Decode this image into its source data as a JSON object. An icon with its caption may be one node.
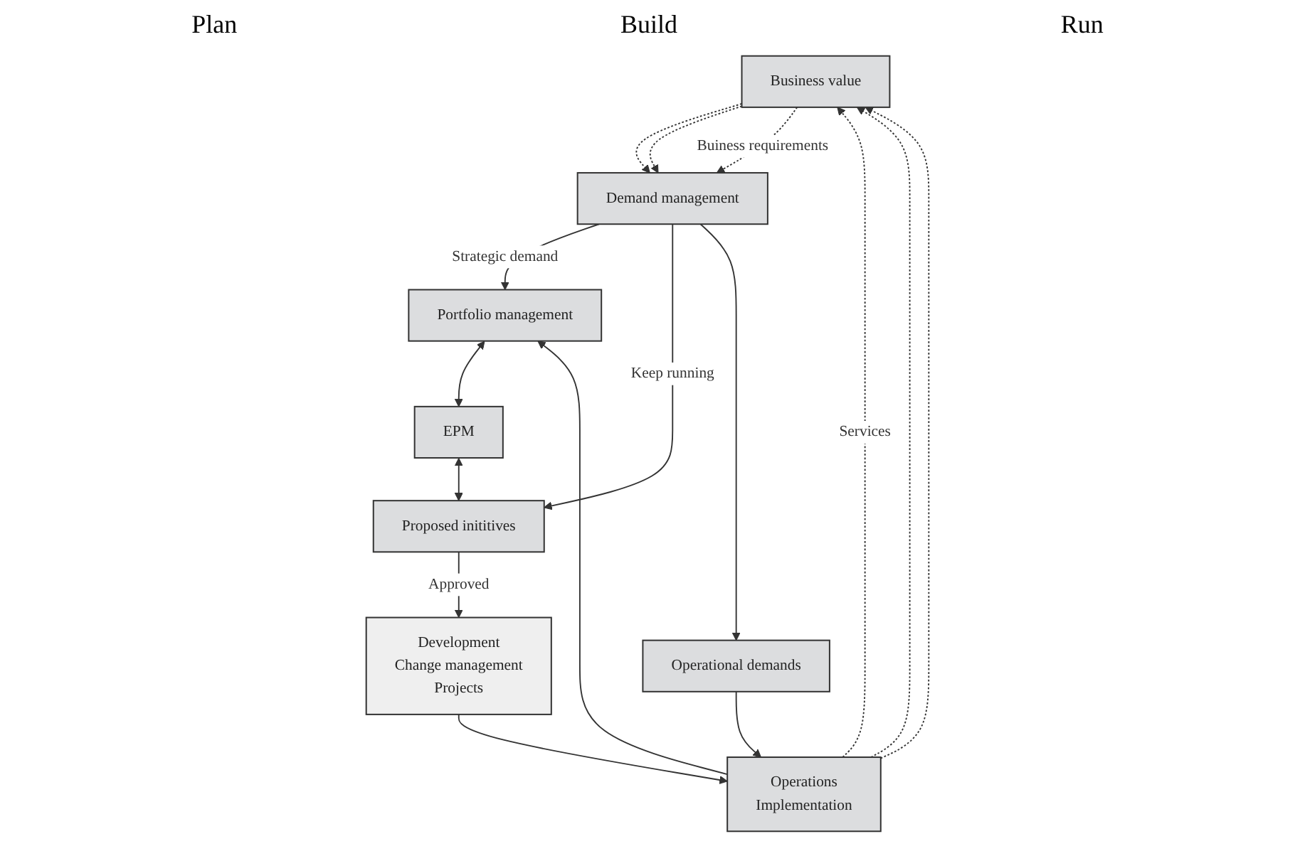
{
  "diagram": {
    "nodes": [
      {
        "text": [
          "Business value"
        ]
      },
      {
        "text": [
          "Demand management"
        ]
      },
      {
        "text": [
          "Portfolio management"
        ]
      },
      {
        "text": [
          "EPM"
        ]
      },
      {
        "text": [
          "Proposed inititives"
        ]
      },
      {
        "text": [
          "Operations",
          "Implementation"
        ]
      },
      {
        "text": [
          "Development",
          "Change management",
          "Projects"
        ]
      },
      {
        "text": [
          "Operational demands"
        ]
      }
    ],
    "edges": [
      {
        "from": 0,
        "to": 1,
        "arrow": "to",
        "style": "dashed"
      },
      {
        "from": 0,
        "to": 1,
        "arrow": "to",
        "style": "dashed"
      },
      {
        "from": 0,
        "to": 1,
        "arrow": "to",
        "style": "dashed",
        "label": "Buiness requirements"
      },
      {
        "from": 5,
        "to": 0,
        "arrow": "to",
        "style": "dashed",
        "label": "Services"
      },
      {
        "from": 5,
        "to": 0,
        "arrow": "to",
        "style": "dashed"
      },
      {
        "from": 5,
        "to": 0,
        "arrow": "to",
        "style": "dashed"
      },
      {
        "from": 1,
        "to": 2,
        "arrow": "to",
        "label": "Strategic demand"
      },
      {
        "from": 1,
        "to": 4,
        "arrow": "to",
        "label": "Keep running"
      },
      {
        "from": 1,
        "to": 7,
        "arrow": "to"
      },
      {
        "from": 2,
        "to": 3,
        "arrow": "both"
      },
      {
        "from": 3,
        "to": 4,
        "arrow": "both"
      },
      {
        "from": 4,
        "to": 6,
        "arrow": "to",
        "label": "Approved"
      },
      {
        "from": 6,
        "to": 5,
        "arrow": "to"
      },
      {
        "from": 5,
        "to": 2,
        "arrow": "to"
      },
      {
        "from": 7,
        "to": 5,
        "arrow": "to"
      }
    ],
    "labels": [
      "Plan",
      "Build",
      "Run"
    ]
  }
}
